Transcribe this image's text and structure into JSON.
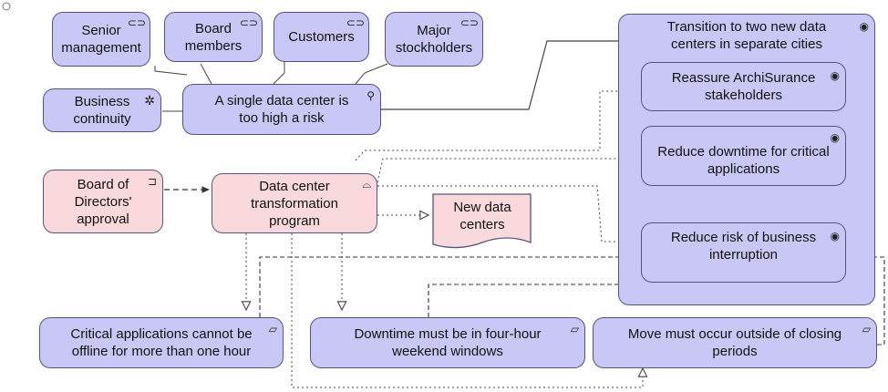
{
  "stakeholders": {
    "senior_management": "Senior\nmanagement",
    "board_members": "Board\nmembers",
    "customers": "Customers",
    "major_stockholders": "Major\nstockholders"
  },
  "drivers": {
    "business_continuity": "Business\ncontinuity"
  },
  "assessment": {
    "single_dc_risk": "A single data center is\ntoo high a risk"
  },
  "goals": {
    "transition": "Transition to two new data\ncenters in separate cities",
    "reassure": "Reassure ArchiSurance\nstakeholders",
    "reduce_downtime": "Reduce downtime for critical\napplications",
    "reduce_risk": "Reduce risk of business\ninterruption"
  },
  "motivation": {
    "board_approval": "Board of\nDirectors'\napproval",
    "program": "Data center\ntransformation\nprogram",
    "new_dcs": "New data\ncenters"
  },
  "constraints": {
    "critical_apps": "Critical applications cannot be\noffline for more than one hour",
    "downtime_windows": "Downtime must be in four-hour\nweekend windows",
    "move_outside": "Move must occur outside of closing\nperiods"
  },
  "influence_signs": [
    "+",
    "+",
    "+",
    "+"
  ],
  "colors": {
    "lavender": "#c9c7f6",
    "pink": "#f9d9db",
    "line": "#444444"
  }
}
